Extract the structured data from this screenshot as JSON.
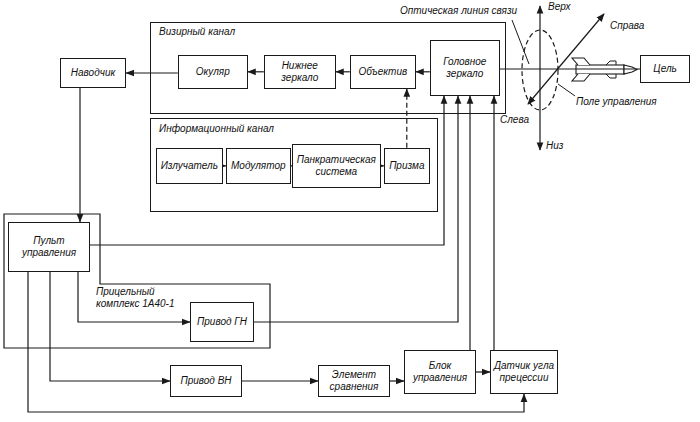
{
  "diagram": {
    "nodes": [
      {
        "text": [
          "Визирный канал"
        ]
      },
      {
        "text": [
          "Окуляр"
        ],
        "in": 0
      },
      {
        "text": [
          "Нижнее зеркало"
        ],
        "in": 0
      },
      {
        "text": [
          "Объектив"
        ],
        "in": 0
      },
      {
        "text": [
          "Головное зеркало"
        ],
        "in": 0
      },
      {
        "text": [
          "Наводчик"
        ]
      },
      {
        "text": [
          "Информационный канал"
        ]
      },
      {
        "text": [
          "Излучатель"
        ],
        "in": 6
      },
      {
        "text": [
          "Модулятор"
        ],
        "in": 6
      },
      {
        "text": [
          "Панкратическая система"
        ],
        "in": 6
      },
      {
        "text": [
          "Призма"
        ],
        "in": 6
      },
      {
        "text": [
          "Прицельный комплекс 1А40-1"
        ]
      },
      {
        "text": [
          "Пульт управления"
        ],
        "in": 11
      },
      {
        "text": [
          "Привод ГН"
        ],
        "in": 11
      },
      {
        "text": [
          "Привод ВН"
        ]
      },
      {
        "text": [
          "Элемент сравнения"
        ]
      },
      {
        "text": [
          "Блок управления"
        ]
      },
      {
        "text": [
          "Датчик угла прецессии"
        ]
      },
      {
        "text": [
          "Цель"
        ]
      }
    ],
    "edges": [
      {
        "from": 4,
        "to": 3,
        "arrow": "to"
      },
      {
        "from": 3,
        "to": 2,
        "arrow": "to"
      },
      {
        "from": 2,
        "to": 1,
        "arrow": "to"
      },
      {
        "from": 1,
        "to": 5,
        "arrow": "to"
      },
      {
        "from": 5,
        "to": 12,
        "arrow": "to"
      },
      {
        "from": 7,
        "to": 8,
        "arrow": "to"
      },
      {
        "from": 8,
        "to": 9,
        "arrow": "to"
      },
      {
        "from": 9,
        "to": 10,
        "arrow": "to"
      },
      {
        "from": 10,
        "to": 3,
        "arrow": "to"
      },
      {
        "from": 12,
        "to": 4,
        "arrow": "to"
      },
      {
        "from": 12,
        "to": 13,
        "arrow": "to"
      },
      {
        "from": 13,
        "to": 4,
        "arrow": "to"
      },
      {
        "from": 12,
        "to": 14,
        "arrow": "to"
      },
      {
        "from": 12,
        "to": 17,
        "arrow": "to"
      },
      {
        "from": 14,
        "to": 15,
        "arrow": "to"
      },
      {
        "from": 15,
        "to": 16,
        "arrow": "to"
      },
      {
        "from": 16,
        "to": 4,
        "arrow": "to"
      },
      {
        "from": 16,
        "to": 17,
        "arrow": "to"
      },
      {
        "from": 17,
        "to": 4,
        "arrow": "to"
      },
      {
        "from": 4,
        "to": 18,
        "arrow": "none"
      }
    ],
    "labels": [
      "Оптическая линия связи",
      "Верх",
      "Справа",
      "Слева",
      "Низ",
      "Поле управления"
    ]
  }
}
